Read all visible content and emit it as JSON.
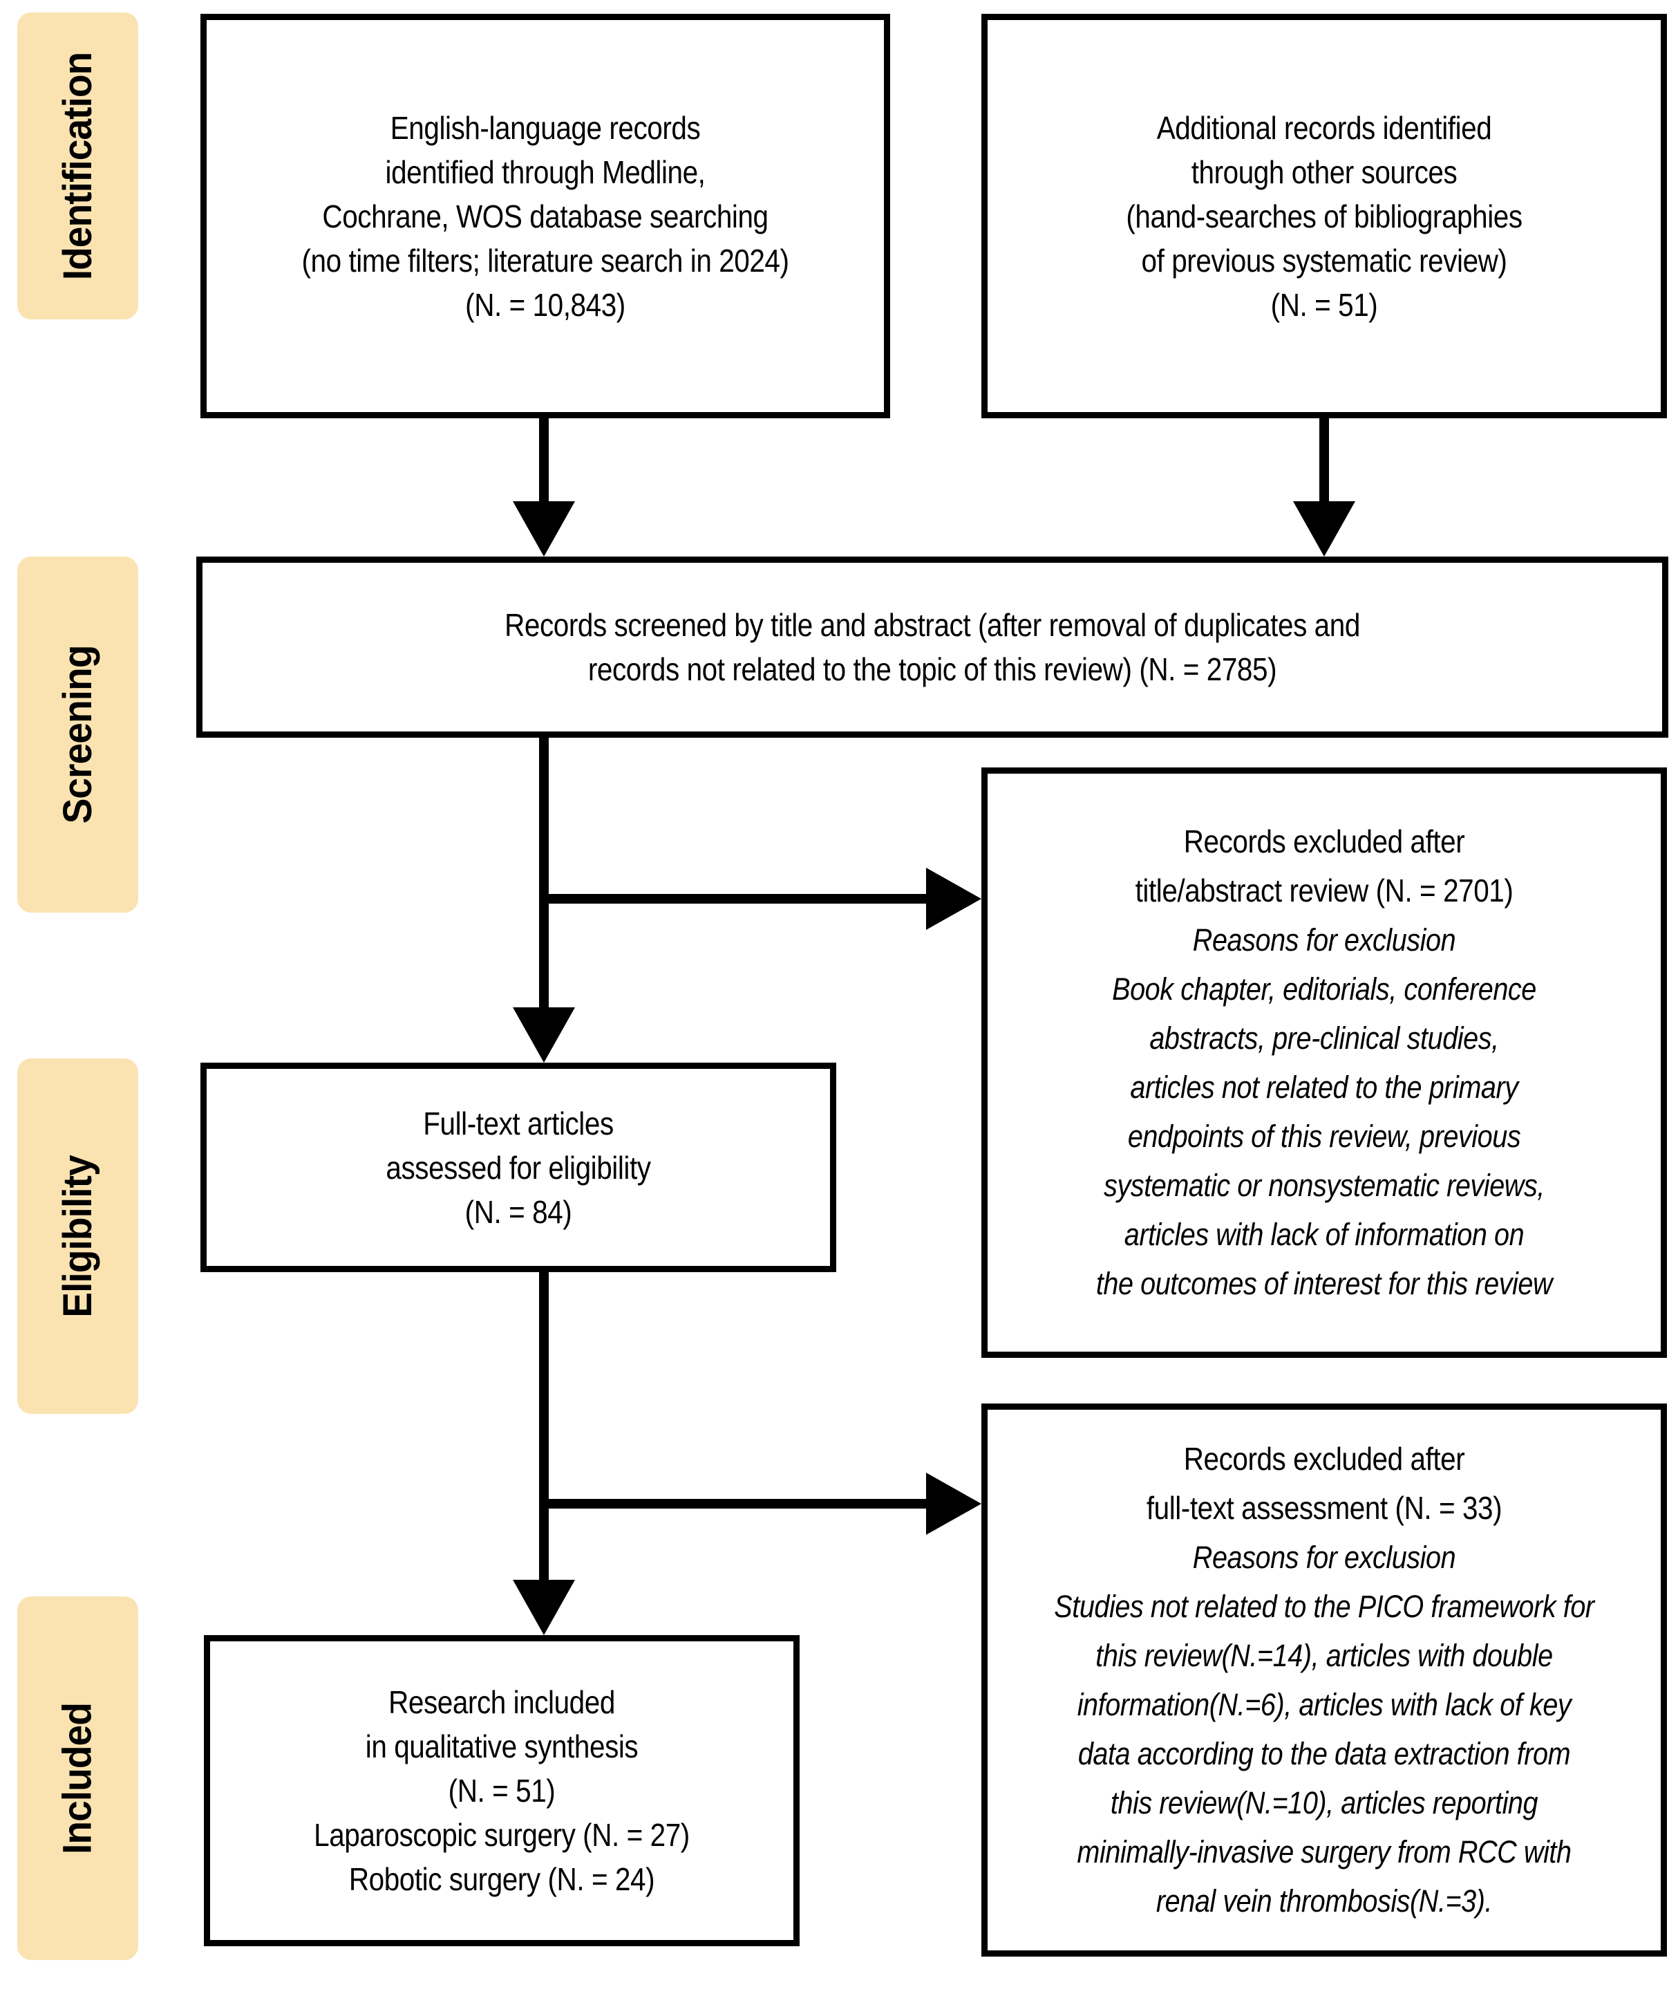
{
  "colors": {
    "background": "#FFFFFF",
    "stage_label_bg": "#FAE3B1",
    "box_border": "#000000",
    "text": "#000000"
  },
  "sidebar": {
    "items": [
      {
        "label": "Identification"
      },
      {
        "label": "Screening"
      },
      {
        "label": "Eligibility"
      },
      {
        "label": "Included"
      }
    ]
  },
  "flow": {
    "identification_left": {
      "lines": [
        "English-language records",
        "identified through Medline,",
        "Cochrane, WOS database searching",
        "(no time filters; literature search in 2024)",
        "(N. = 10,843)"
      ]
    },
    "identification_right": {
      "lines": [
        "Additional records identified",
        "through other sources",
        "(hand-searches of bibliographies",
        "of previous systematic review)",
        "(N. = 51)"
      ]
    },
    "screening": {
      "lines": [
        "Records screened by title and abstract (after removal of duplicates and",
        "records not related to the topic of this review) (N. = 2785)"
      ]
    },
    "excluded_title_abstract": {
      "heading_lines": [
        "Records excluded after",
        "title/abstract review (N. = 2701)"
      ],
      "reasons_label": "Reasons for exclusion",
      "reason_lines": [
        "Book chapter, editorials, conference",
        "abstracts, pre-clinical studies,",
        "articles not related to the primary",
        "endpoints of this review, previous",
        "systematic or nonsystematic reviews,",
        "articles with lack of information on",
        "the outcomes of interest for this review"
      ]
    },
    "full_text": {
      "lines": [
        "Full-text articles",
        "assessed for eligibility",
        "(N. = 84)"
      ]
    },
    "excluded_full_text": {
      "heading_lines": [
        "Records excluded after",
        "full-text assessment (N. = 33)"
      ],
      "reasons_label": "Reasons for exclusion",
      "reason_lines": [
        "Studies not related to the PICO framework for",
        "this review(N.=14), articles with double",
        "information(N.=6), articles with lack of key",
        "data according to the data extraction from",
        "this review(N.=10), articles reporting",
        "minimally-invasive surgery from RCC with",
        "renal vein thrombosis(N.=3)."
      ]
    },
    "included": {
      "lines": [
        "Research included",
        "in qualitative synthesis",
        "(N. = 51)",
        "Laparoscopic surgery (N. = 27)",
        "Robotic surgery (N. = 24)"
      ]
    }
  }
}
